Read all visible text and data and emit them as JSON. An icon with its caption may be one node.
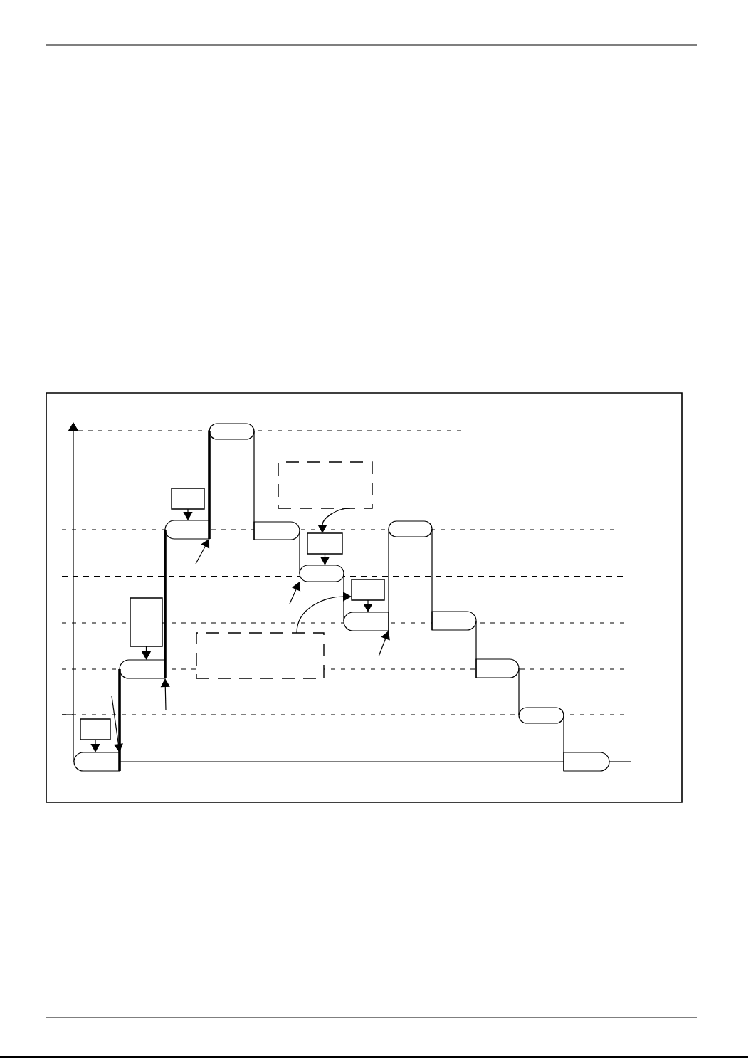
{
  "diagram": {
    "nodes": [
      {
        "text": [],
        "shape": "bar"
      },
      {
        "text": [],
        "shape": "box"
      },
      {
        "text": [],
        "shape": "box"
      },
      {
        "text": [],
        "shape": "bar"
      },
      {
        "text": [],
        "shape": "bar"
      },
      {
        "text": [],
        "shape": "bar"
      },
      {
        "text": [],
        "shape": "box"
      },
      {
        "text": [],
        "shape": "bar"
      },
      {
        "text": [],
        "shape": "box"
      },
      {
        "text": [],
        "shape": "box"
      },
      {
        "text": [],
        "shape": "bar"
      },
      {
        "text": [],
        "shape": "bar"
      },
      {
        "text": [],
        "shape": "box"
      },
      {
        "text": [],
        "shape": "bar"
      },
      {
        "text": [],
        "shape": "bar"
      },
      {
        "text": [],
        "shape": "bar"
      },
      {
        "text": [],
        "shape": "box"
      },
      {
        "text": [],
        "shape": "bar"
      },
      {
        "text": [],
        "shape": "bar"
      }
    ],
    "edges": [
      {
        "from": 2,
        "to": 3,
        "arrow": "to"
      },
      {
        "from": 1,
        "to": 6,
        "arrow": "to"
      },
      {
        "from": 6,
        "to": 7,
        "arrow": "to"
      },
      {
        "from": 12,
        "to": 8,
        "arrow": "to"
      },
      {
        "from": 8,
        "to": 10,
        "arrow": "to"
      },
      {
        "from": 9,
        "to": 13,
        "arrow": "to"
      },
      {
        "from": 16,
        "to": 17,
        "arrow": "to"
      },
      {
        "from": 17,
        "to": 13,
        "arrow": "none",
        "style": "thick"
      },
      {
        "from": 13,
        "to": 3,
        "arrow": "none",
        "style": "thick"
      },
      {
        "from": 3,
        "to": 0,
        "arrow": "none",
        "style": "thick"
      },
      {
        "from": 0,
        "to": 4,
        "arrow": "none"
      },
      {
        "from": 4,
        "to": 7,
        "arrow": "none"
      },
      {
        "from": 7,
        "to": 10,
        "arrow": "none"
      },
      {
        "from": 10,
        "to": 5,
        "arrow": "none"
      },
      {
        "from": 5,
        "to": 11,
        "arrow": "none"
      },
      {
        "from": 11,
        "to": 14,
        "arrow": "none"
      },
      {
        "from": 14,
        "to": 15,
        "arrow": "none"
      },
      {
        "from": 15,
        "to": 18,
        "arrow": "none"
      },
      {
        "from": 17,
        "to": 18,
        "arrow": "none"
      },
      {
        "from": 18,
        "to": null,
        "arrow": "none"
      },
      {
        "from": null,
        "to": 3,
        "arrow": "to"
      },
      {
        "from": null,
        "to": 7,
        "arrow": "to"
      },
      {
        "from": null,
        "to": 10,
        "arrow": "to"
      },
      {
        "from": null,
        "to": 13,
        "arrow": "to"
      },
      {
        "from": null,
        "to": 17,
        "arrow": "to"
      }
    ]
  }
}
